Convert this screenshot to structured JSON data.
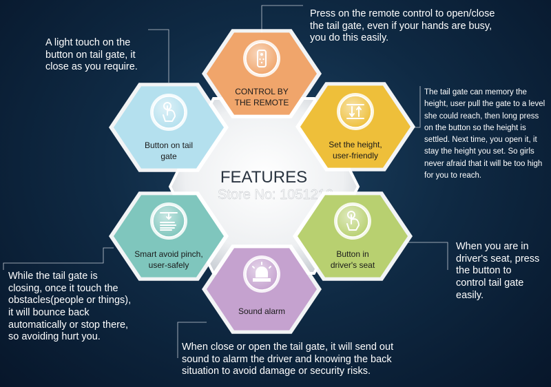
{
  "center": {
    "title": "FEATURES",
    "watermark": "Store No: 1051210"
  },
  "features": [
    {
      "key": "remote",
      "label_lines": [
        "CONTROL BY",
        "THE REMOTE"
      ],
      "icon": "remote-control-icon",
      "color": "#f0a56b",
      "description": "Press on the remote control to open/close the tail gate, even if your hands are busy, you do this easily."
    },
    {
      "key": "height",
      "label_lines": [
        "Set the height,",
        "user-friendly"
      ],
      "icon": "height-adjust-icon",
      "color": "#eebf3a",
      "description": "The tail gate can memory the height, user pull the gate to a level she could reach, then long press on the button so the height is settled. Next time, you open it, it stay the height you set. So girls never afraid that it will be too high for you to reach."
    },
    {
      "key": "driver",
      "label_lines": [
        "Button in",
        "driver's seat"
      ],
      "icon": "finger-press-icon",
      "color": "#b8d070",
      "description": "When you are in driver's seat, press the button to control tail gate easily."
    },
    {
      "key": "alarm",
      "label_lines": [
        "Sound alarm"
      ],
      "icon": "alarm-light-icon",
      "color": "#c5a2cf",
      "description": "When close or open the tail gate, it will send out sound to alarm the driver and knowing the back situation to avoid damage or security risks."
    },
    {
      "key": "pinch",
      "label_lines": [
        "Smart avoid pinch,",
        "user-safely"
      ],
      "icon": "hand-stop-icon",
      "color": "#7fc6bd",
      "description": "While the tail gate is closing, once it touch the obstacles(people or things), it will bounce back automatically or stop there, so avoiding hurt you."
    },
    {
      "key": "button",
      "label_lines": [
        "Button on tail",
        "gate"
      ],
      "icon": "hand-touch-icon",
      "color": "#b4e0ee",
      "description": "A light touch on the button on tail gate, it close as you require."
    }
  ]
}
